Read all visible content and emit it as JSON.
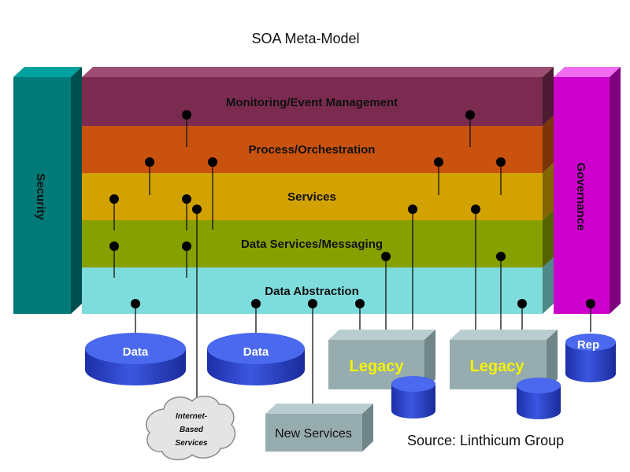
{
  "title": "SOA Meta-Model",
  "layers": [
    {
      "label": "Monitoring/Event Management",
      "color": "#7a2b4f"
    },
    {
      "label": "Process/Orchestration",
      "color": "#c8520e"
    },
    {
      "label": "Services",
      "color": "#d2a200"
    },
    {
      "label": "Data Services/Messaging",
      "color": "#86a000"
    },
    {
      "label": "Data Abstraction",
      "color": "#7fdcdc"
    }
  ],
  "security": {
    "label": "Security",
    "color": "#007a78"
  },
  "governance": {
    "label": "Governance",
    "color": "#cc00cc"
  },
  "databases": [
    {
      "label": "Data"
    },
    {
      "label": "Data"
    },
    {
      "label": "Rep"
    }
  ],
  "legacy": [
    {
      "label": "Legacy"
    },
    {
      "label": "Legacy"
    }
  ],
  "new_services": {
    "label": "New Services"
  },
  "cloud": {
    "lines": [
      "Internet-",
      "Based",
      "Services"
    ]
  },
  "source": "Source:  Linthicum Group"
}
